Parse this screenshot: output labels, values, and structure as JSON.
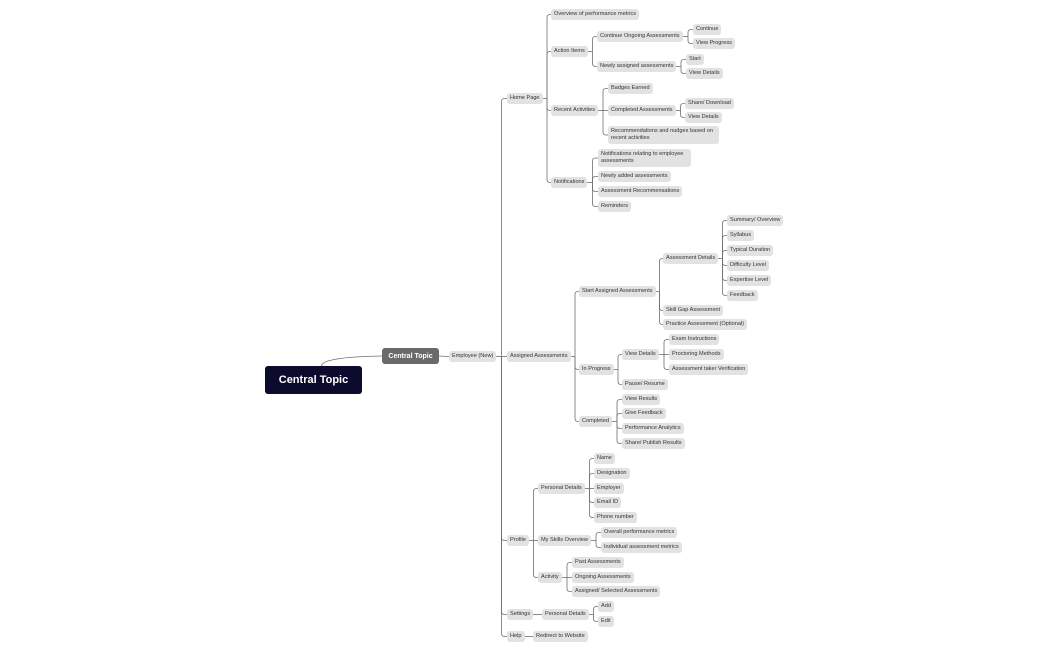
{
  "root": "Central Topic",
  "topic": "Central Topic",
  "employee": "Employee (New)",
  "home": {
    "label": "Home Page",
    "overview": "Overview of performance metrics",
    "action_items": "Action Items",
    "continue_ongoing": "Continue Ongoing Assessments",
    "continue": "Continue",
    "view_progress": "View Progress",
    "newly_assigned": "Newly assigned assessments",
    "start": "Start",
    "view_details": "View Details",
    "recent_activities": "Recent Activities",
    "badges_earned": "Badges Earned",
    "completed_assessments": "Completed Assessments",
    "share_download": "Share/ Download",
    "view_details_2": "View Details",
    "recommendations": "Recommendations and nudges based on recent activities",
    "notifications": "Notifications",
    "notif_employee": "Notifications relating to employee assessments",
    "newly_added": "Newly added assessments",
    "assessment_recs": "Assessment Recommensations",
    "reminders": "Reminders"
  },
  "assigned": {
    "label": "Assigned Assessments",
    "start_assigned": "Start Assigned Assessments",
    "assessment_details": "Assessment Details",
    "summary": "Summary/ Overview",
    "syllabus": "Syllabus",
    "typical_duration": "Typical Duration",
    "difficulty": "Difficulty Level",
    "expertise": "Expertise Level",
    "feedback": "Feedback",
    "skill_gap": "Skill Gap Assessment",
    "practice": "Practice Assessment (Optional)",
    "in_progress": "In Progress",
    "view_details": "View Details",
    "exam_instructions": "Exam Instructions",
    "proctoring": "Proctoring Methods",
    "taker_verification": "Assessment taker Verification",
    "pause_resume": "Pause/ Resume",
    "completed": "Completed",
    "view_results": "View Results",
    "give_feedback": "Give Feedback",
    "performance_analytics": "Performance Analytics",
    "share_publish": "Share/ Publish  Results"
  },
  "profile": {
    "label": "Profile",
    "personal_details": "Personal Details",
    "name": "Name",
    "designation": "Designation",
    "employer": "Employer",
    "email": "Email ID",
    "phone": "Phone number",
    "skills_overview": "My Skills Overview",
    "overall_metrics": "Overall performance metrics",
    "individual_metrics": "Individual assessment metrics",
    "activity": "Activity",
    "past": "Past Assessments",
    "ongoing": "Ongoing Assessments",
    "assigned_selected": "Assigned/ Selected Assessments"
  },
  "settings": {
    "label": "Settings",
    "personal_details": "Personal Details",
    "add": "Add",
    "edit": "Edit"
  },
  "help": {
    "label": "Help",
    "redirect": "Redirect to Website"
  },
  "colors": {
    "root_bg": "#0c0b2e",
    "topic_bg": "#6a6a6a",
    "node_bg": "#e2e2e2",
    "line": "#6f6f6f"
  }
}
